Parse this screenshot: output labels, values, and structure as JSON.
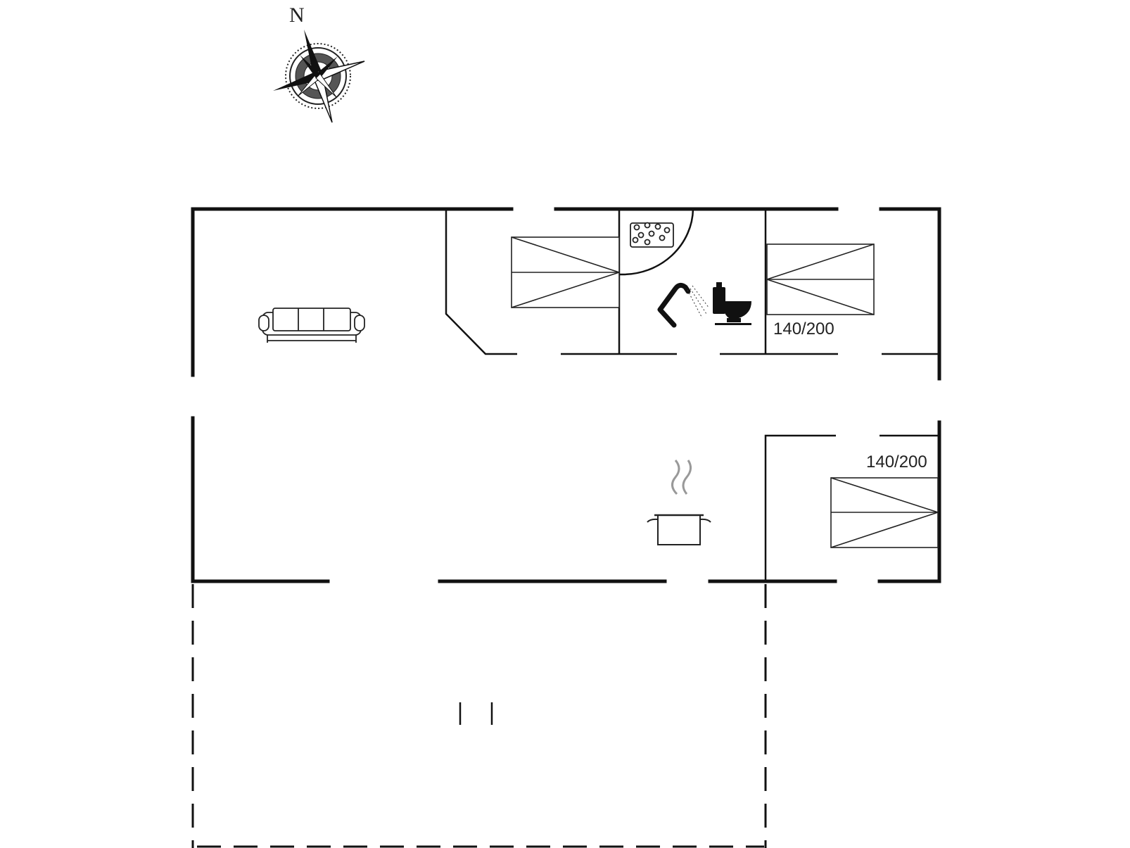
{
  "compass": {
    "north_label": "N"
  },
  "beds": [
    {
      "id": "bed-bedroom-1",
      "size_label": ""
    },
    {
      "id": "bed-bedroom-2",
      "size_label": "140/200"
    },
    {
      "id": "bed-bedroom-3",
      "size_label": "140/200"
    }
  ],
  "icons": [
    "compass-rose-icon",
    "sofa-icon",
    "sauna-icon",
    "shower-icon",
    "toilet-icon",
    "cooking-pot-icon"
  ],
  "colors": {
    "line": "#111111",
    "background": "#ffffff"
  }
}
